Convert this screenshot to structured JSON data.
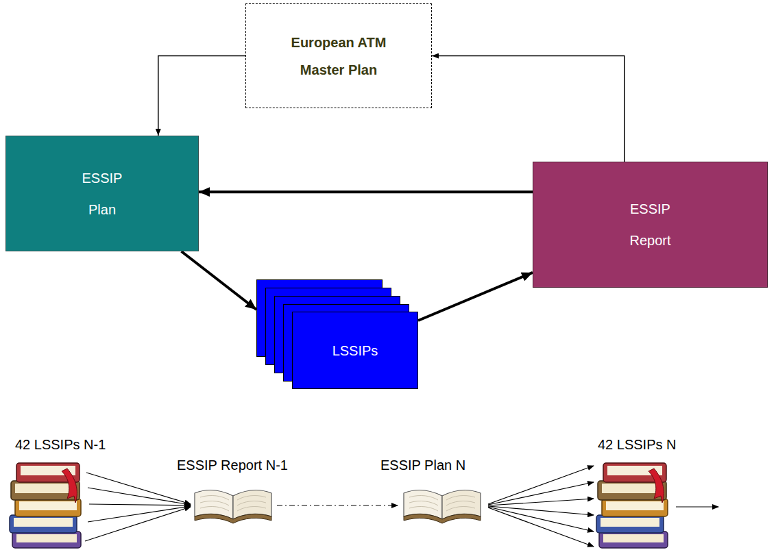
{
  "diagram": {
    "nodes": [
      {
        "text": [
          "European ATM Master Plan"
        ]
      },
      {
        "text": [
          "ESSIP Plan"
        ]
      },
      {
        "text": [
          "ESSIP Report"
        ]
      },
      {
        "text": [
          "LSSIPs"
        ]
      }
    ],
    "edges": [
      {
        "from": 0,
        "to": 1,
        "arrow": "to"
      },
      {
        "from": 2,
        "to": 0,
        "arrow": "to"
      },
      {
        "from": 2,
        "to": 1,
        "arrow": "to"
      },
      {
        "from": 1,
        "to": 3,
        "arrow": "to"
      },
      {
        "from": 3,
        "to": 2,
        "arrow": "to"
      }
    ],
    "labels": [
      "42 LSSIPs N-1",
      "ESSIP Report N-1",
      "ESSIP Plan N",
      "42 LSSIPs N"
    ]
  }
}
